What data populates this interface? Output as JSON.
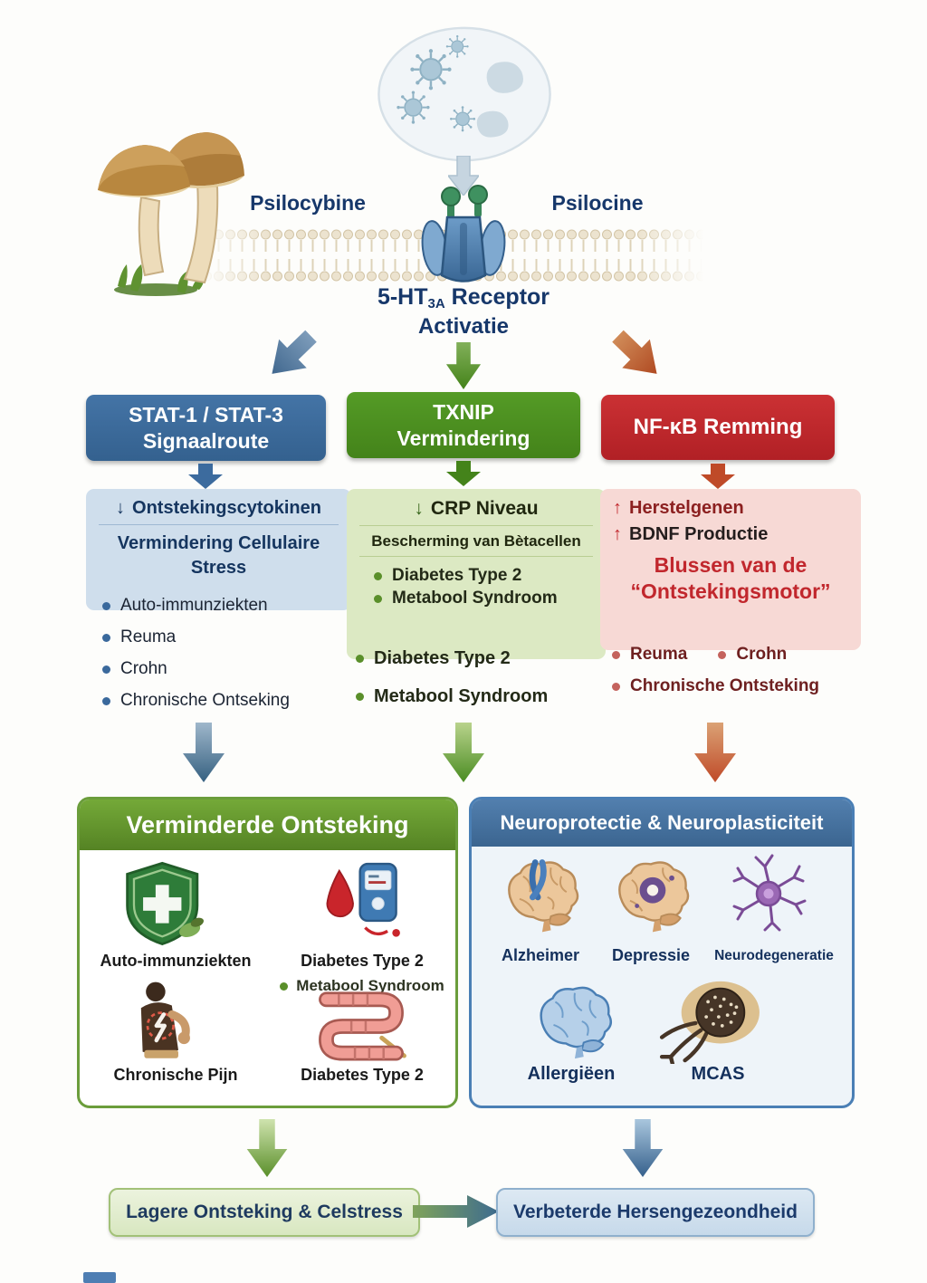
{
  "glyphs": {
    "arrow_down": "↓",
    "arrow_up": "↑"
  },
  "top": {
    "psilocybine_label": "Psilocybine",
    "psilocine_label": "Psilocine",
    "receptor_name_prefix": "5-HT",
    "receptor_name_sub": "3A",
    "receptor_name_suffix": "Receptor",
    "receptor_line2": "Activatie"
  },
  "pathways": {
    "stat": {
      "title_line1": "STAT-1 / STAT-3",
      "title_line2": "Signaalroute",
      "effect_line1": "Ontstekingscytokinen",
      "effect_line2": "Vermindering Cellulaire Stress",
      "bullets": [
        "Auto-immunziekten",
        "Reuma",
        "Crohn",
        "Chronische Ontseking"
      ]
    },
    "txnip": {
      "title_line1": "TXNIP",
      "title_line2": "Vermindering",
      "effect_line1": "CRP Niveau",
      "effect_line2": "Bescherming van Bètacellen",
      "box_bullets": [
        "Diabetes Type 2",
        "Metabool Syndroom"
      ],
      "bullets": [
        "Diabetes Type 2",
        "Metabool Syndroom"
      ]
    },
    "nfkb": {
      "title": "NF-κB Remming",
      "effect_line1": "Herstelgenen",
      "effect_line2": "BDNF Productie",
      "highlight_line1": "Blussen van de",
      "highlight_line2": "“Ontstekingsmotor”",
      "bullets_row": [
        "Reuma",
        "Crohn"
      ],
      "bullet_bottom": "Chronische Ontsteking"
    }
  },
  "outcome_left": {
    "title": "Verminderde Ontsteking",
    "items": [
      {
        "icon": "shield-cross-icon",
        "label": "Auto-immunziekten"
      },
      {
        "icon": "glucose-meter-icon",
        "label": "Diabetes Type 2",
        "sublabel": "Metabool Syndroom"
      },
      {
        "icon": "back-pain-icon",
        "label": "Chronische Pijn"
      },
      {
        "icon": "intestine-icon",
        "label": "Diabetes Type 2"
      }
    ]
  },
  "outcome_right": {
    "title": "Neuroprotectie & Neuroplasticiteit",
    "items": [
      {
        "icon": "brain-ribbon-icon",
        "label": "Alzheimer"
      },
      {
        "icon": "brain-hole-icon",
        "label": "Depressie"
      },
      {
        "icon": "purple-neuron-icon",
        "label": "Neurodegeneratie"
      },
      {
        "icon": "blue-brain-icon",
        "label": "Allergiëen"
      },
      {
        "icon": "mast-cell-icon",
        "label": "MCAS"
      }
    ]
  },
  "footer": {
    "left_pill": "Lagere Ontsteking & Celstress",
    "right_pill": "Verbeterde Hersengezeondheid"
  },
  "colors": {
    "navy_text": "#16376a",
    "stat_blue": "#3c6b9e",
    "txnip_green": "#4a8c22",
    "nfkb_red": "#c1272d",
    "orange_arrow": "#bf4a28",
    "light_blue_panel": "#cfdeec",
    "light_green_panel": "#dce9c3",
    "light_pink_panel": "#f7d9d5"
  }
}
